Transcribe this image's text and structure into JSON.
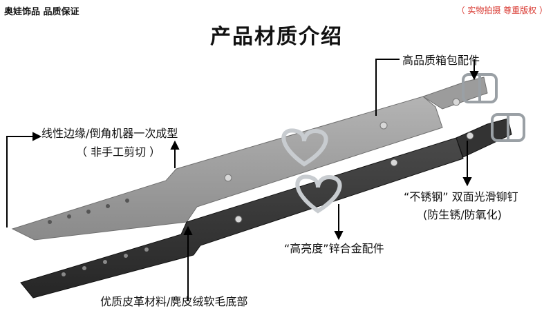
{
  "header": {
    "brand": "奥娃饰品 品质保证",
    "copyright": "（ 实物拍摄 尊重版权 ）",
    "title": "产品材质介绍"
  },
  "callouts": {
    "hardware": "高品质箱包配件",
    "edge_line1": "线性边缘/倒角机器一次成型",
    "edge_line2": "（ 非手工剪切 ）",
    "rivet_line1": "“不锈钢” 双面光滑铆钉",
    "rivet_line2": "(防生锈/防氧化)",
    "alloy": "“高亮度”锌合金配件",
    "material": "优质皮革材料/麂皮绒软毛底部"
  },
  "colors": {
    "grey_strap": "#9a9a9a",
    "black_strap": "#3a3a3a",
    "copyright_red": "#d8342c"
  }
}
